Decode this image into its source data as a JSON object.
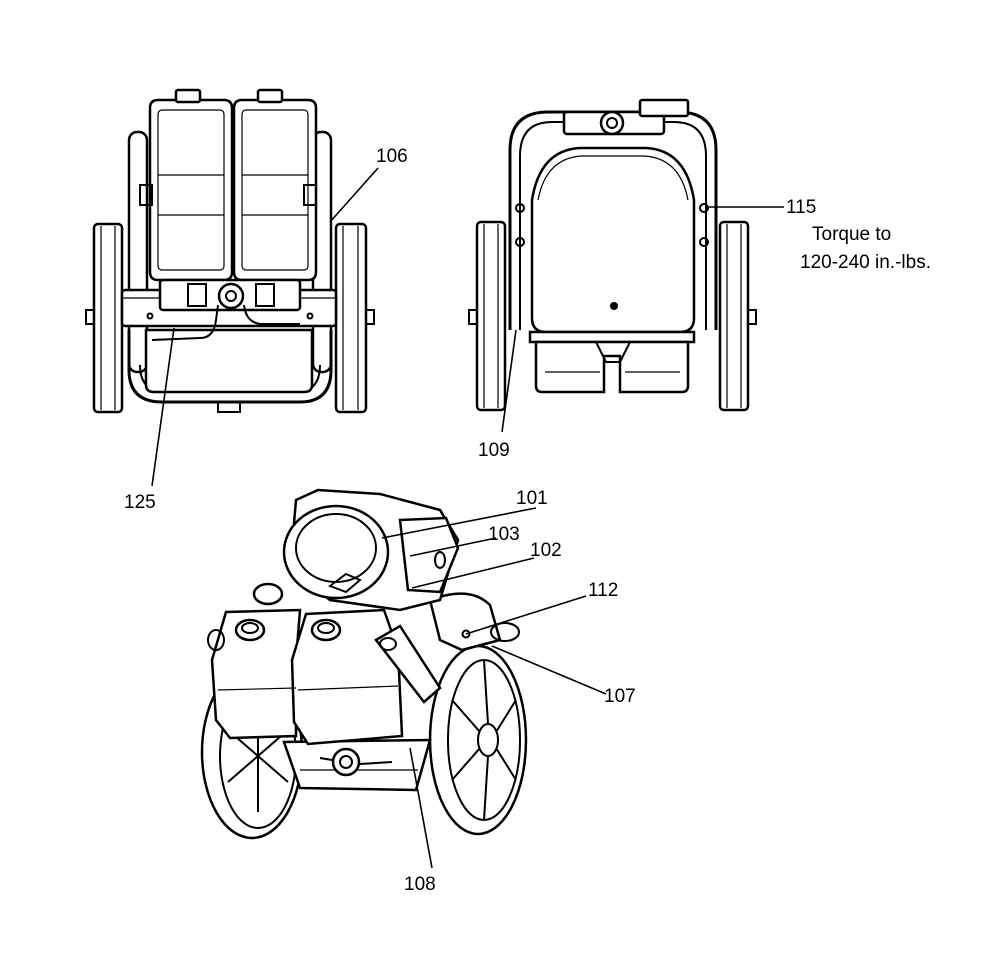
{
  "callouts": {
    "c101": "101",
    "c102": "102",
    "c103": "103",
    "c106": "106",
    "c107": "107",
    "c108": "108",
    "c109": "109",
    "c112": "112",
    "c115": "115",
    "c125": "125"
  },
  "torque_note": {
    "line1": "Torque to",
    "line2": "120-240 in.-lbs."
  }
}
